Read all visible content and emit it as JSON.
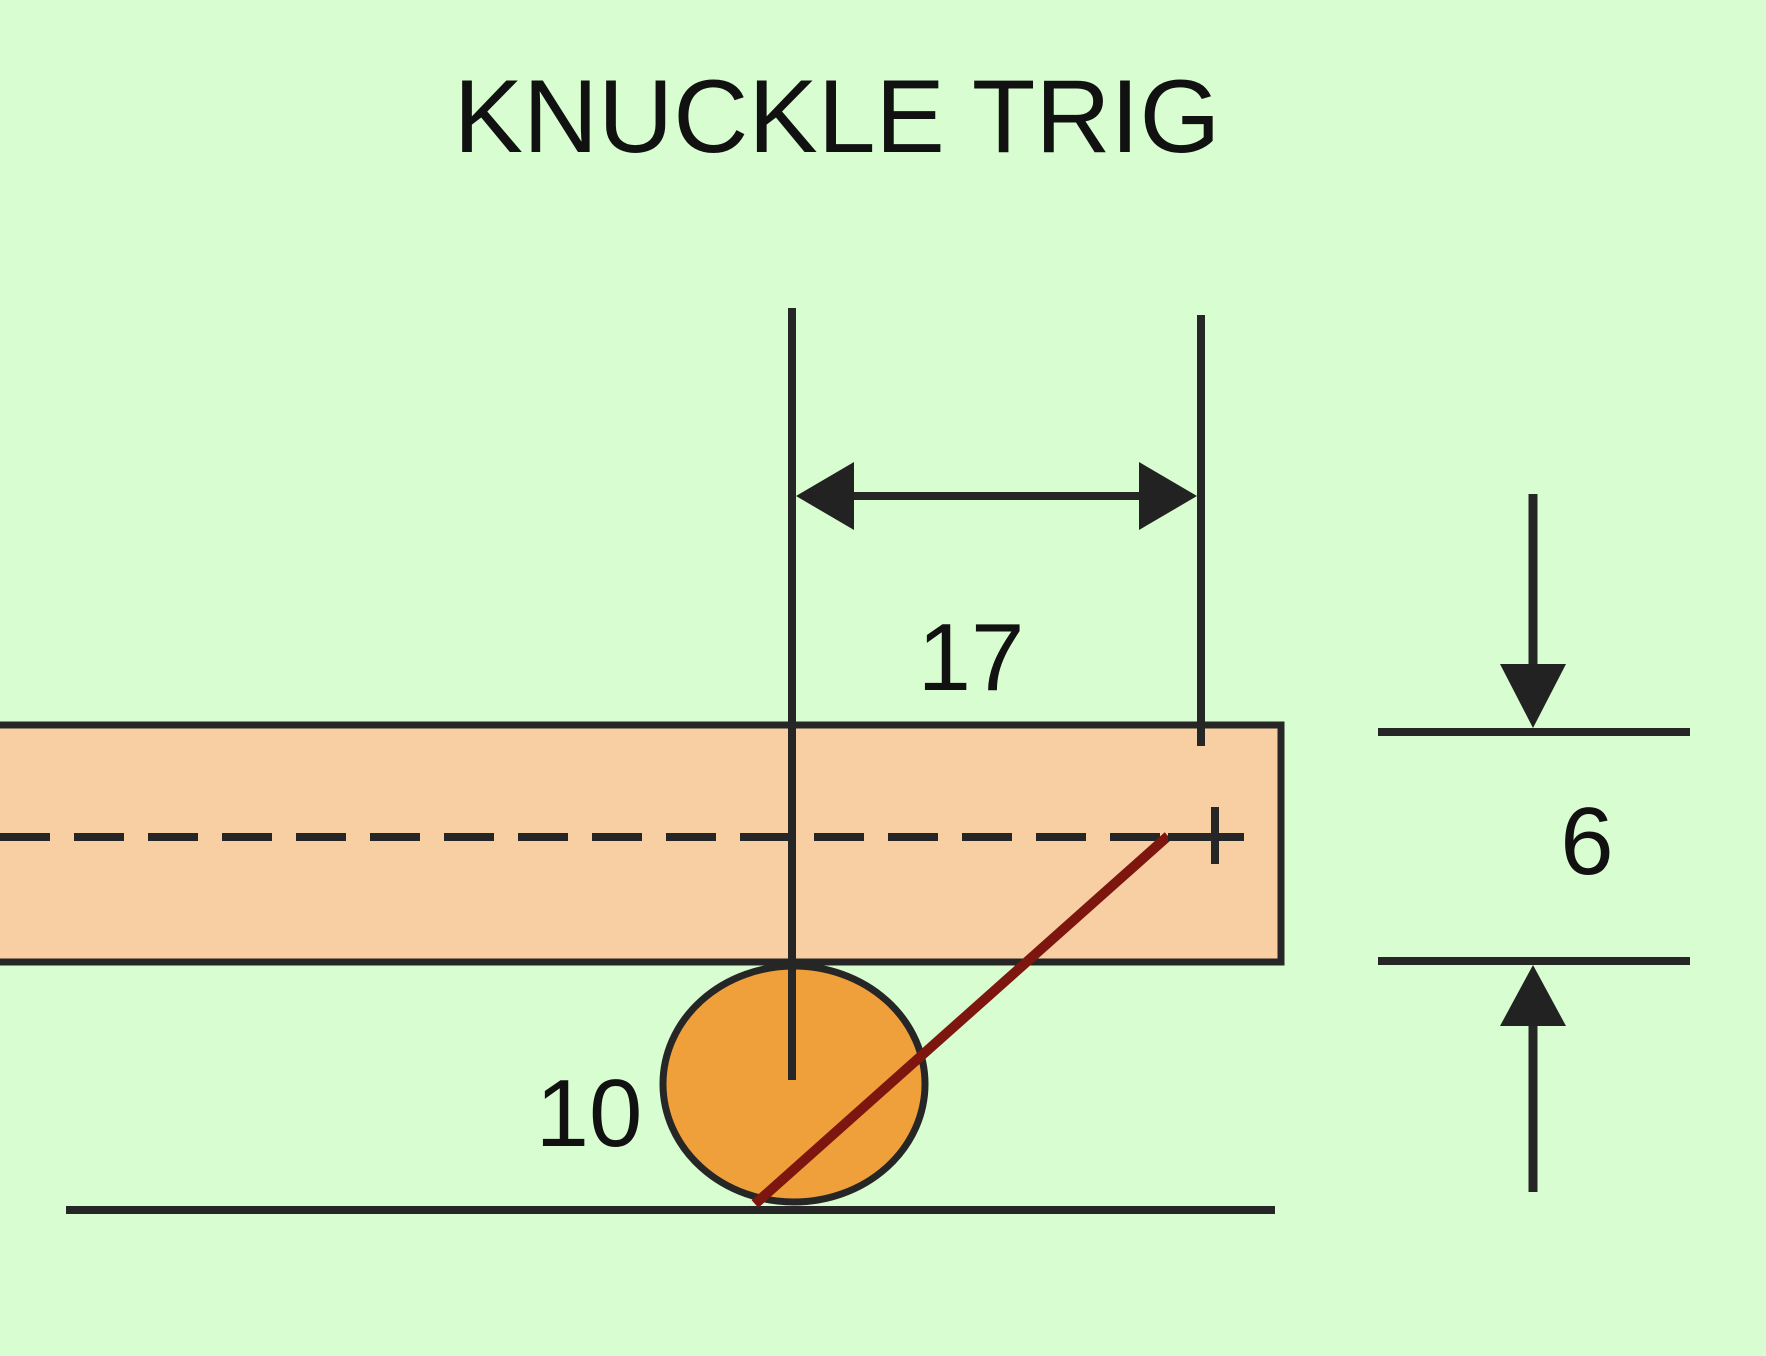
{
  "title": "KNUCKLE TRIG",
  "dimensions": {
    "horizontal_label": "17",
    "vertical_label": "6",
    "circle_label": "10"
  },
  "colors": {
    "background": "#d8fdd0",
    "plank_fill": "#f8cfa3",
    "circle_fill": "#f0a03a",
    "outline": "#262626",
    "diagonal_line": "#7e1610"
  }
}
